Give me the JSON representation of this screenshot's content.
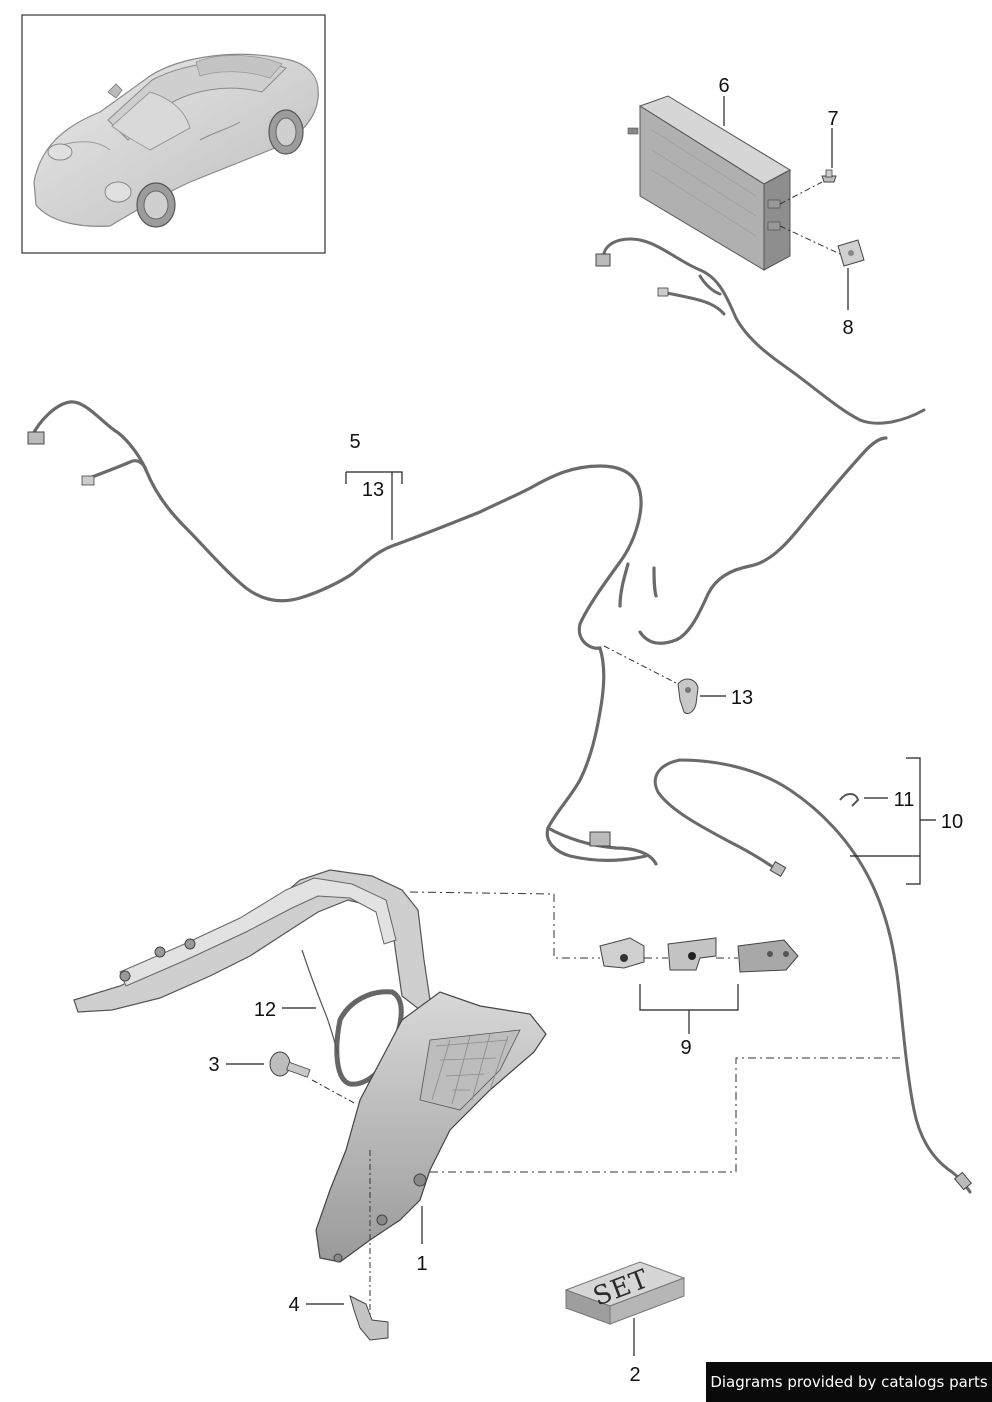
{
  "callouts": {
    "c1": "1",
    "c2": "2",
    "c3": "3",
    "c4": "4",
    "c5": "5",
    "c6": "6",
    "c7": "7",
    "c8": "8",
    "c9": "9",
    "c10": "10",
    "c11": "11",
    "c12": "12",
    "c13a": "13",
    "c13b": "13"
  },
  "set_box_label": "SET",
  "credit": "Diagrams provided by catalogs parts"
}
